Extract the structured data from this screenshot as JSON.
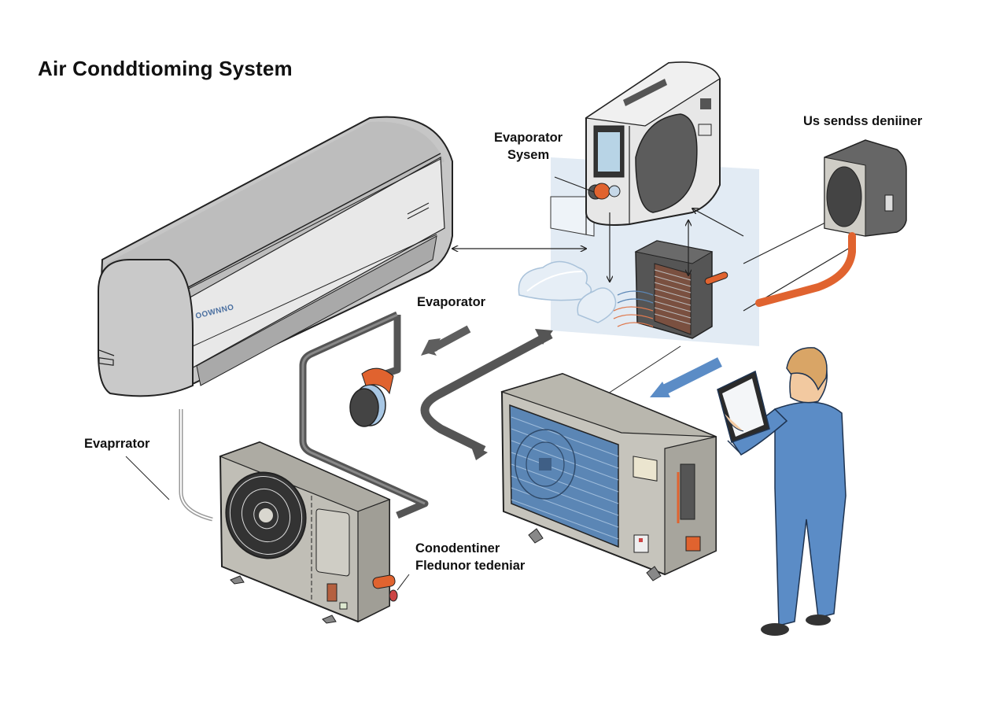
{
  "title": "Air Conddtioming System",
  "labels": {
    "evaporator_system_line1": "Evaporator",
    "evaporator_system_line2": "Sysem",
    "top_right": "Us sendss deniiner",
    "evaporator_mid": "Evaporator",
    "evaporator_left": "Evaprrator",
    "condenser_line1": "Conodentiner",
    "condenser_line2": "Fledunor tedeniar"
  },
  "indoor_unit": {
    "brand_text": "OOWNNO"
  },
  "colors": {
    "unit_gray": "#c9c9c9",
    "unit_light": "#e6e6e6",
    "outdoor_beige": "#bdbbb2",
    "copper_orange": "#e0632f",
    "coil_blue": "#5b86b5",
    "technician_blue": "#5b8cc6",
    "dark_arrow": "#5e5e5e",
    "panel_blue_tint": "#dde8f2"
  },
  "components": [
    {
      "name": "indoor-split-unit"
    },
    {
      "name": "control-box"
    },
    {
      "name": "evaporator-coil"
    },
    {
      "name": "sensor-housing"
    },
    {
      "name": "expansion-valve"
    },
    {
      "name": "outdoor-condenser-fan-unit"
    },
    {
      "name": "outdoor-condenser-coil-unit"
    },
    {
      "name": "technician-with-tablet"
    }
  ]
}
